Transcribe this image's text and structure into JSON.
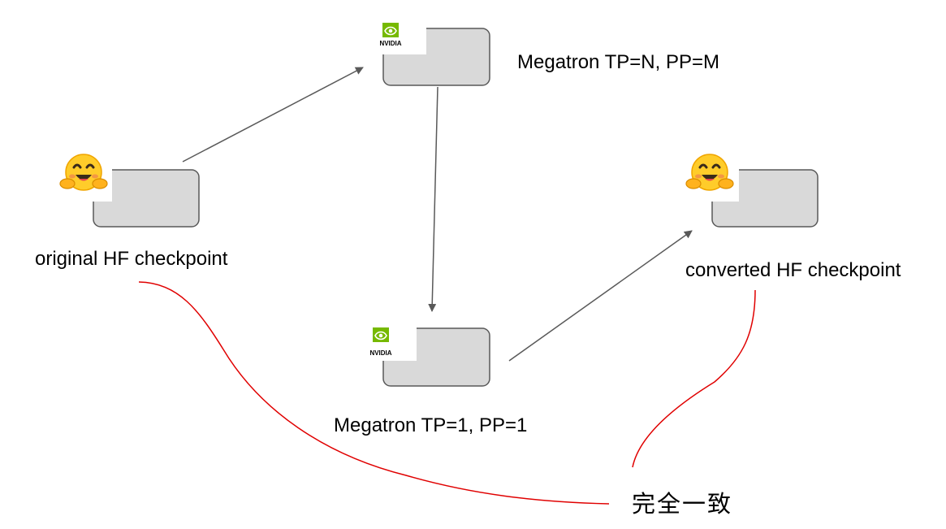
{
  "diagram": {
    "nodes": {
      "original_hf": {
        "label": "original HF checkpoint",
        "icon": "hugging-face-emoji-icon"
      },
      "megatron_tp_n": {
        "label": "Megatron TP=N, PP=M",
        "icon": "nvidia-logo-icon",
        "logo_text": "NVIDIA"
      },
      "megatron_tp_1": {
        "label": "Megatron TP=1, PP=1",
        "icon": "nvidia-logo-icon",
        "logo_text": "NVIDIA"
      },
      "converted_hf": {
        "label": "converted HF checkpoint",
        "icon": "hugging-face-emoji-icon"
      }
    },
    "annotation": {
      "text": "完全一致",
      "color": "#e00000"
    },
    "colors": {
      "box_fill": "#d9d9d9",
      "box_stroke": "#595959",
      "arrow": "#595959",
      "nvidia_green": "#76b900"
    }
  }
}
